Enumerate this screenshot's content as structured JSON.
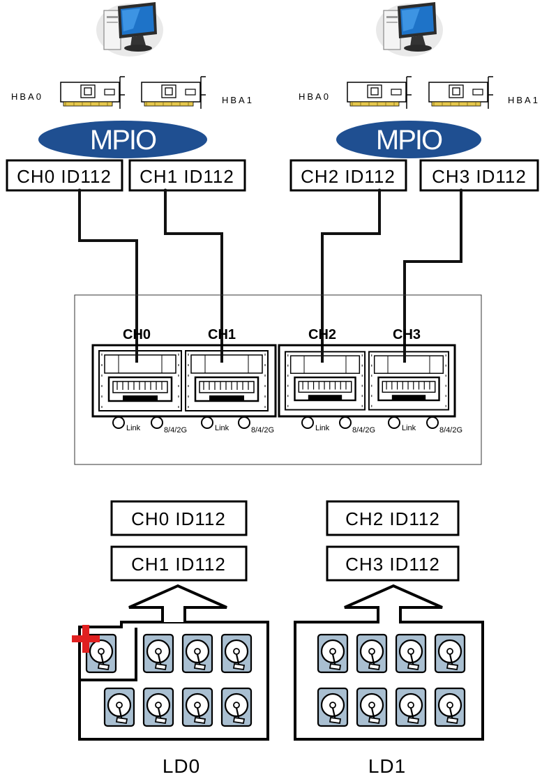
{
  "hosts": [
    {
      "hba_left": "HBA0",
      "hba_right": "HBA1",
      "mpio": "MPIO",
      "channels": [
        "CH0 ID112",
        "CH1 ID112"
      ]
    },
    {
      "hba_left": "HBA0",
      "hba_right": "HBA1",
      "mpio": "MPIO",
      "channels": [
        "CH2 ID112",
        "CH3 ID112"
      ]
    }
  ],
  "controller": {
    "ports": [
      {
        "name": "CH0",
        "led_link": "Link",
        "led_speed": "8/4/2G"
      },
      {
        "name": "CH1",
        "led_link": "Link",
        "led_speed": "8/4/2G"
      },
      {
        "name": "CH2",
        "led_link": "Link",
        "led_speed": "8/4/2G"
      },
      {
        "name": "CH3",
        "led_link": "Link",
        "led_speed": "8/4/2G"
      }
    ]
  },
  "logical_drives": [
    {
      "name": "LD0",
      "mapped": [
        "CH0 ID112",
        "CH1 ID112"
      ],
      "drives": 8,
      "spare": 1
    },
    {
      "name": "LD1",
      "mapped": [
        "CH2 ID112",
        "CH3 ID112"
      ],
      "drives": 8,
      "spare": 0
    }
  ],
  "colors": {
    "mpio": "#1f4f91",
    "monitor_screen": "#1e73c8",
    "disk_fill": "#a9bfd1",
    "spare_cross": "#e02020"
  }
}
